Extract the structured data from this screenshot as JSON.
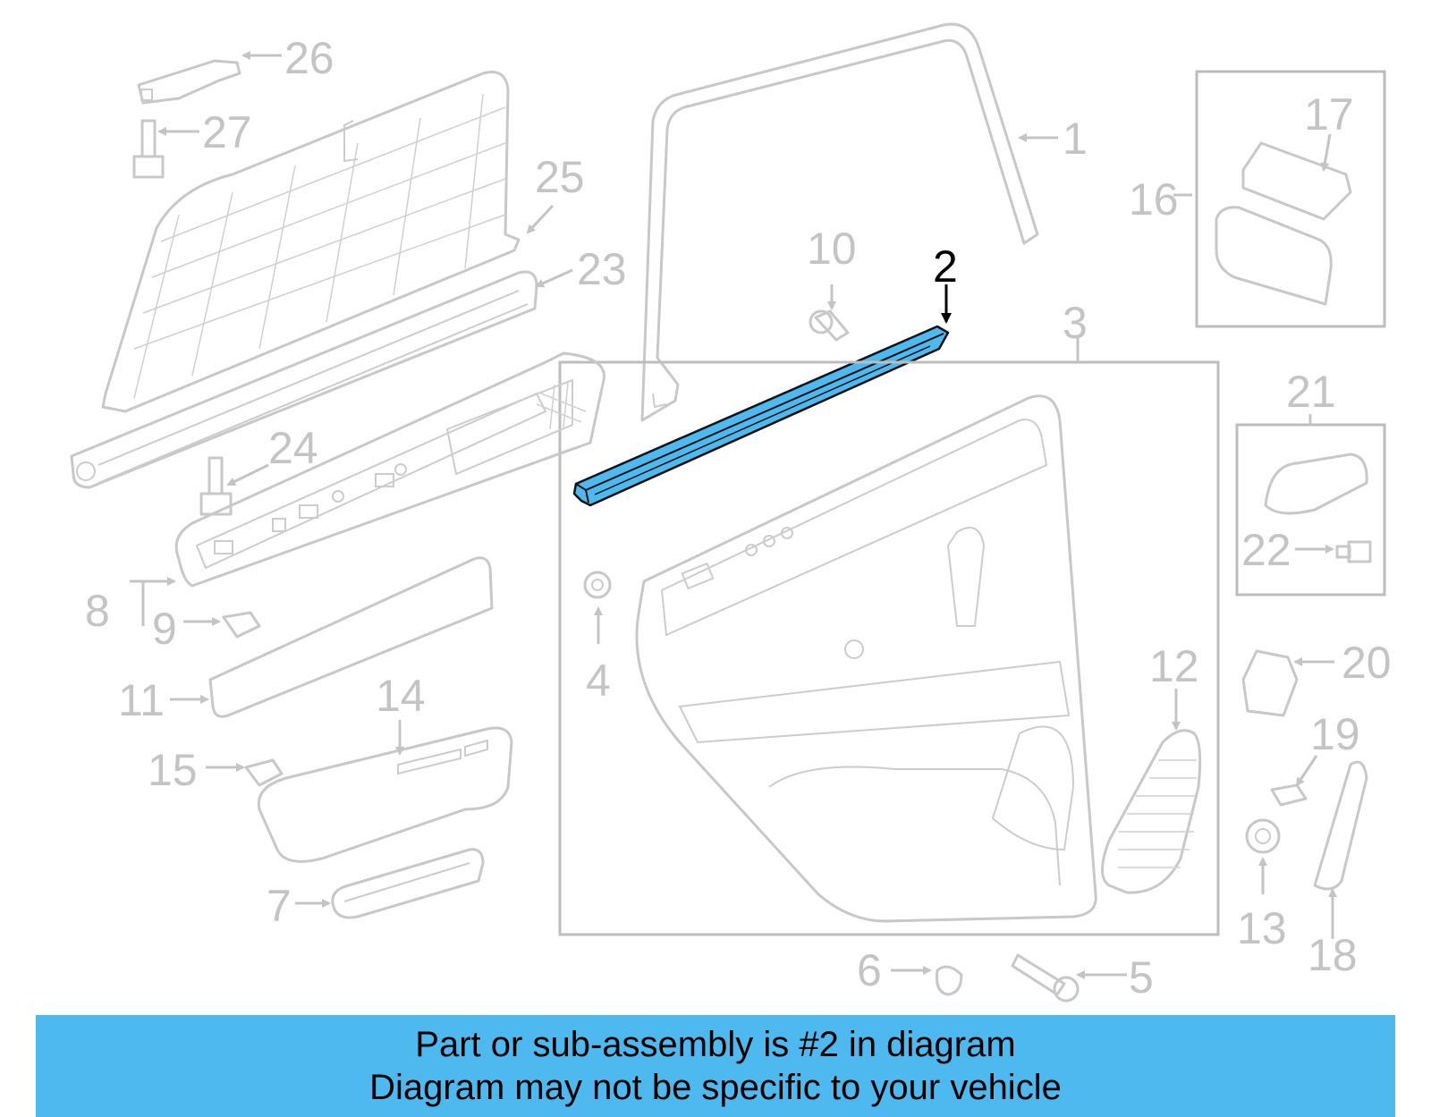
{
  "diagram": {
    "highlight_color": "#4db9ee",
    "part_line_color": "#c8c8c8",
    "highlighted_callout": {
      "number": "2"
    },
    "callouts": [
      {
        "number": "1"
      },
      {
        "number": "3"
      },
      {
        "number": "4"
      },
      {
        "number": "5"
      },
      {
        "number": "6"
      },
      {
        "number": "7"
      },
      {
        "number": "8"
      },
      {
        "number": "9"
      },
      {
        "number": "10"
      },
      {
        "number": "11"
      },
      {
        "number": "12"
      },
      {
        "number": "13"
      },
      {
        "number": "14"
      },
      {
        "number": "15"
      },
      {
        "number": "16"
      },
      {
        "number": "17"
      },
      {
        "number": "18"
      },
      {
        "number": "19"
      },
      {
        "number": "20"
      },
      {
        "number": "21"
      },
      {
        "number": "22"
      },
      {
        "number": "23"
      },
      {
        "number": "24"
      },
      {
        "number": "25"
      },
      {
        "number": "26"
      },
      {
        "number": "27"
      }
    ]
  },
  "banner": {
    "line1": "Part or sub-assembly is #2 in diagram",
    "line2": "Diagram may not be specific to your vehicle",
    "background": "#4db9ee"
  }
}
